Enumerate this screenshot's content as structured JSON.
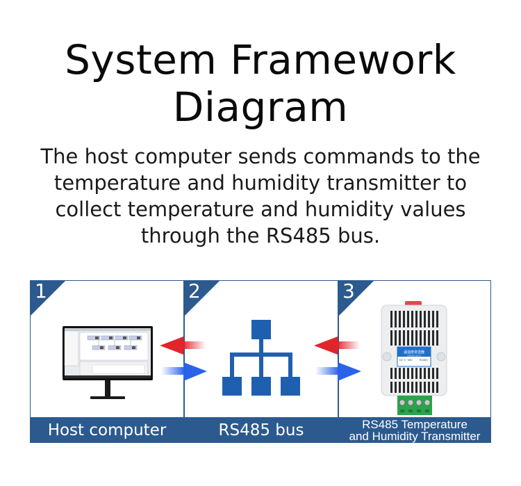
{
  "header": {
    "title_line1": "System Framework",
    "title_line2": "Diagram",
    "description_lines": [
      "The host computer sends commands to the",
      "temperature and humidity transmitter to",
      "collect temperature and humidity values",
      "through the RS485 bus."
    ]
  },
  "colors": {
    "brand_blue": "#2c5a8e",
    "icon_blue": "#1f5fb0",
    "arrow_red": "#e0262b",
    "arrow_blue": "#2a62e8"
  },
  "panels": [
    {
      "number": "1",
      "label": "Host computer",
      "icon": "monitor-icon"
    },
    {
      "number": "2",
      "label": "RS485 bus",
      "icon": "network-hierarchy-icon"
    },
    {
      "number": "3",
      "label_line1": "RS485 Temperature",
      "label_line2": "and Humidity Transmitter",
      "icon": "transmitter-device-icon"
    }
  ],
  "device": {
    "label_line1": "温湿度变送器",
    "label_line2": "CIDOX1-0015",
    "terminal_left": "DC 5~36V",
    "terminal_right": "RS485"
  }
}
